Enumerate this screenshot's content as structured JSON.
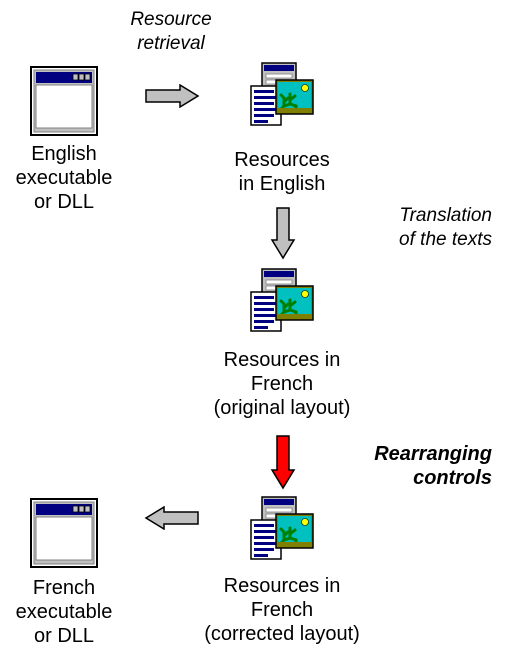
{
  "nodes": {
    "english_exe": {
      "icon": "window-icon",
      "lines": [
        "English",
        "executable",
        "or DLL"
      ]
    },
    "res_english": {
      "icon": "resources-icon",
      "lines": [
        "Resources",
        "in English"
      ]
    },
    "res_french_original": {
      "icon": "resources-icon",
      "lines": [
        "Resources in",
        "French",
        "(original layout)"
      ]
    },
    "res_french_corrected": {
      "icon": "resources-icon",
      "lines": [
        "Resources in",
        "French",
        "(corrected layout)"
      ]
    },
    "french_exe": {
      "icon": "window-icon",
      "lines": [
        "French",
        "executable",
        "or DLL"
      ]
    }
  },
  "steps": {
    "retrieval": {
      "lines": [
        "Resource",
        "retrieval"
      ]
    },
    "translation": {
      "lines": [
        "Translation",
        "of the texts"
      ]
    },
    "rearranging": {
      "lines": [
        "Rearranging",
        "controls"
      ]
    }
  },
  "colors": {
    "arrow_gray": "#c0c0c0",
    "arrow_red": "#ff0000",
    "title_bar": "#000080"
  }
}
